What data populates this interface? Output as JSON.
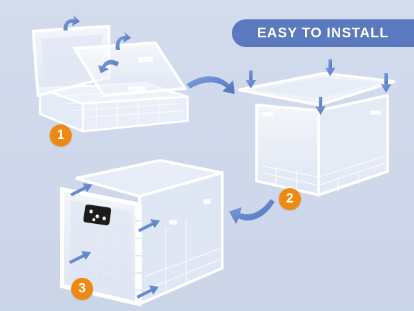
{
  "banner": {
    "title": "EASY TO INSTALL"
  },
  "steps": [
    {
      "number": "1"
    },
    {
      "number": "2"
    },
    {
      "number": "3"
    }
  ],
  "colors": {
    "banner": "#5b79be",
    "step_badge": "#ee8a12",
    "arrow": "#5b7fc7",
    "background": "#cfd8ea",
    "box_edge": "#ffffff"
  },
  "icons": {
    "lock_keypad": "electronic-lock-icon",
    "arrows": "blue-curved-arrow-icon"
  }
}
